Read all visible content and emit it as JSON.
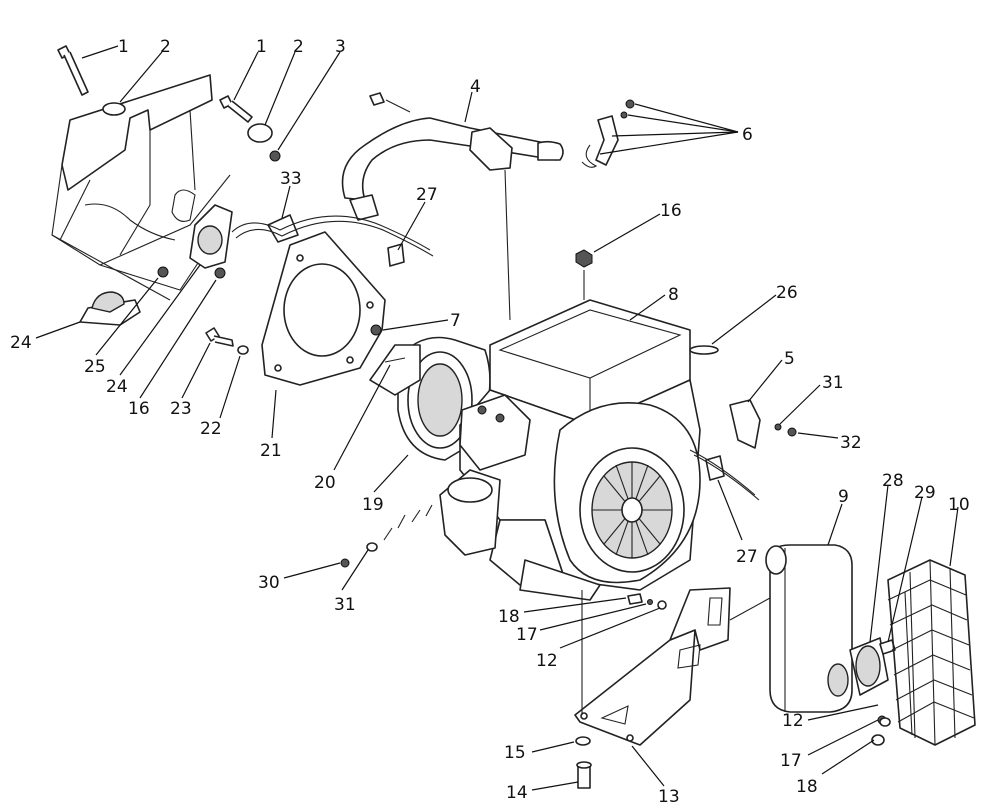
{
  "callouts": [
    {
      "id": "c1a",
      "label": "1"
    },
    {
      "id": "c2a",
      "label": "2"
    },
    {
      "id": "c1b",
      "label": "1"
    },
    {
      "id": "c2b",
      "label": "2"
    },
    {
      "id": "c3",
      "label": "3"
    },
    {
      "id": "c4",
      "label": "4"
    },
    {
      "id": "c6",
      "label": "6"
    },
    {
      "id": "c33",
      "label": "33"
    },
    {
      "id": "c27a",
      "label": "27"
    },
    {
      "id": "c16a",
      "label": "16"
    },
    {
      "id": "c8",
      "label": "8"
    },
    {
      "id": "c26",
      "label": "26"
    },
    {
      "id": "c7",
      "label": "7"
    },
    {
      "id": "c24a",
      "label": "24"
    },
    {
      "id": "c25",
      "label": "25"
    },
    {
      "id": "c24b",
      "label": "24"
    },
    {
      "id": "c16b",
      "label": "16"
    },
    {
      "id": "c23",
      "label": "23"
    },
    {
      "id": "c22",
      "label": "22"
    },
    {
      "id": "c21",
      "label": "21"
    },
    {
      "id": "c20",
      "label": "20"
    },
    {
      "id": "c19",
      "label": "19"
    },
    {
      "id": "c5",
      "label": "5"
    },
    {
      "id": "c31a",
      "label": "31"
    },
    {
      "id": "c32",
      "label": "32"
    },
    {
      "id": "c9",
      "label": "9"
    },
    {
      "id": "c28",
      "label": "28"
    },
    {
      "id": "c29",
      "label": "29"
    },
    {
      "id": "c10",
      "label": "10"
    },
    {
      "id": "c27b",
      "label": "27"
    },
    {
      "id": "c30",
      "label": "30"
    },
    {
      "id": "c31b",
      "label": "31"
    },
    {
      "id": "c18a",
      "label": "18"
    },
    {
      "id": "c17a",
      "label": "17"
    },
    {
      "id": "c12a",
      "label": "12"
    },
    {
      "id": "c12b",
      "label": "12"
    },
    {
      "id": "c17b",
      "label": "17"
    },
    {
      "id": "c18b",
      "label": "18"
    },
    {
      "id": "c15",
      "label": "15"
    },
    {
      "id": "c14",
      "label": "14"
    },
    {
      "id": "c13",
      "label": "13"
    }
  ]
}
